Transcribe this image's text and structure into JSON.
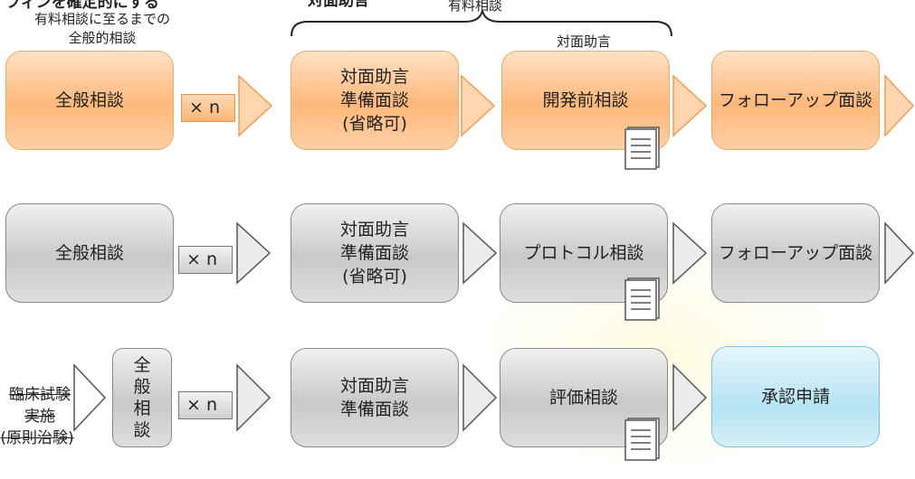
{
  "header": {
    "top_left_cut": "フィンを確定的にする",
    "general_note_line1": "有料相談に至るまでの",
    "general_note_line2": "全般的相談",
    "top_mid_cut": "対面助言",
    "paid_label": "有料相談",
    "face_to_face_label": "対面助言"
  },
  "row1": {
    "general": "全般相談",
    "times": "× n",
    "prep": "対面助言\n準備面談\n(省略可)",
    "main": "開発前相談",
    "followup": "フォローアップ面談"
  },
  "row2": {
    "general": "全般相談",
    "times": "× n",
    "prep": "対面助言\n準備面談\n(省略可)",
    "main": "プロトコル相談",
    "followup": "フォローアップ面談"
  },
  "row3": {
    "trial_line1": "臨床試験",
    "trial_line2": "実施",
    "trial_line3": "(原則治験)",
    "general_vertical": "全\n般\n相\n談",
    "times": "× n",
    "prep": "対面助言\n準備面談",
    "main": "評価相談",
    "approval": "承認申請"
  },
  "colors": {
    "orange": "#ffb87a",
    "grey": "#c9c9c9",
    "blue": "#b5e3f3"
  },
  "icons": [
    "document-icon",
    "chevron-right-icon"
  ]
}
